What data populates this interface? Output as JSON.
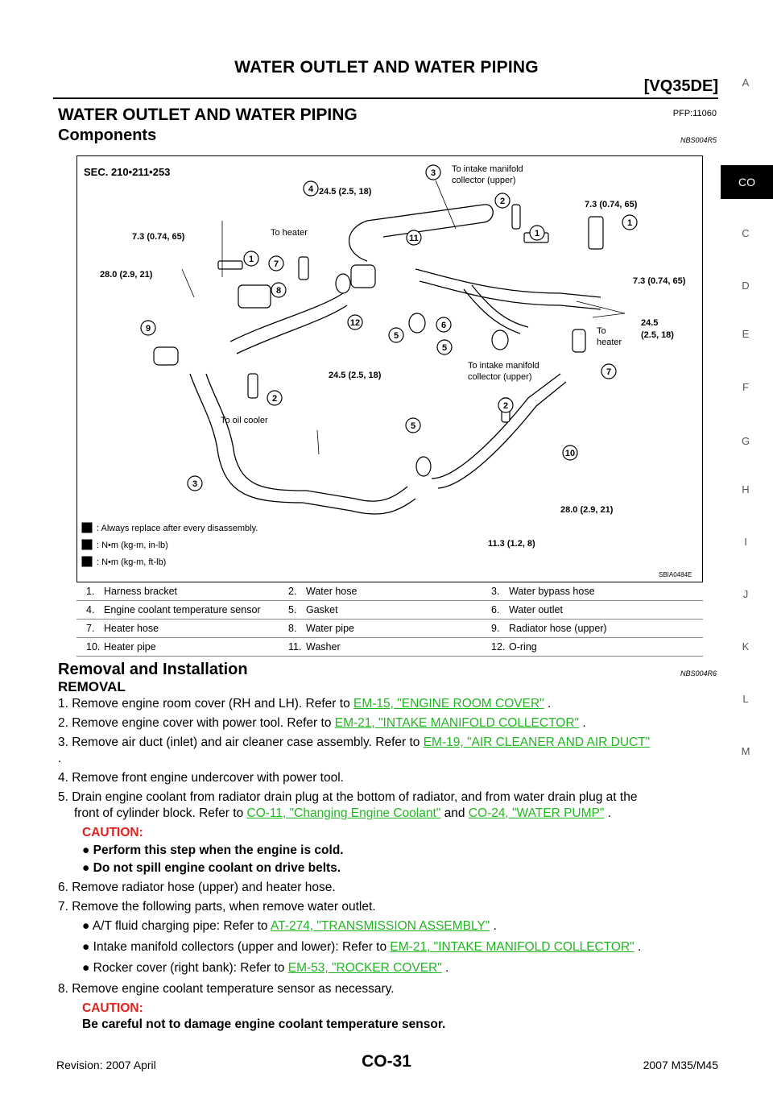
{
  "header": {
    "title": "WATER OUTLET AND WATER PIPING",
    "engine_code": "[VQ35DE]"
  },
  "section": {
    "title": "WATER OUTLET AND WATER PIPING",
    "pfp": "PFP:11060"
  },
  "components": {
    "title": "Components",
    "code": "NBS004R5"
  },
  "figure": {
    "sec": "SEC. 210•211•253",
    "fig_id": "SBIA0484E",
    "torques": {
      "t4": "24.5 (2.5, 18)",
      "t_left_top": "7.3 (0.74, 65)",
      "t_right_top": "7.3 (0.74, 65)",
      "t_right_mid": "7.3 (0.74, 65)",
      "t_left_mid": "28.0 (2.9, 21)",
      "t_right_245a": "24.5",
      "t_right_245b": "(2.5, 18)",
      "t_center": "24.5 (2.5, 18)",
      "t_lower_right": "28.0 (2.9, 21)",
      "t_bottom": "11.3 (1.2, 8)"
    },
    "labels": {
      "to_intake_1": "To intake manifold",
      "collector_1": "collector (upper)",
      "to_heater_1": "To heater",
      "to": "To",
      "heater": "heater",
      "to_intake_2": "To intake manifold",
      "collector_2": "collector (upper)",
      "to_oil_cooler": "To oil cooler"
    },
    "callouts": [
      "1",
      "1",
      "1",
      "2",
      "2",
      "2",
      "3",
      "3",
      "4",
      "5",
      "5",
      "5",
      "6",
      "7",
      "7",
      "8",
      "9",
      "10",
      "11",
      "12"
    ],
    "legend_lines": [
      ": Always replace after every disassembly.",
      ": N•m (kg-m, in-lb)",
      ": N•m (kg-m, ft-lb)"
    ]
  },
  "parts": [
    [
      "1.",
      "Harness bracket",
      "2.",
      "Water hose",
      "3.",
      "Water bypass hose"
    ],
    [
      "4.",
      "Engine coolant temperature sensor",
      "5.",
      "Gasket",
      "6.",
      "Water outlet"
    ],
    [
      "7.",
      "Heater hose",
      "8.",
      "Water pipe",
      "9.",
      "Radiator hose (upper)"
    ],
    [
      "10.",
      "Heater pipe",
      "11.",
      "Washer",
      "12.",
      "O-ring"
    ]
  ],
  "removal_install": {
    "title": "Removal and Installation",
    "code": "NBS004R6",
    "removal": "REMOVAL"
  },
  "steps": {
    "s1_a": "1. Remove engine room cover (RH and LH). Refer to ",
    "s1_link": "EM-15, \"ENGINE ROOM COVER\"",
    "s1_b": " .",
    "s2_a": "2. Remove engine cover with power tool. Refer to ",
    "s2_link": "EM-21, \"INTAKE MANIFOLD COLLECTOR\"",
    "s2_b": " .",
    "s3_a": "3. Remove air duct (inlet) and air cleaner case assembly. Refer to ",
    "s3_link": "EM-19, \"AIR CLEANER AND AIR DUCT\"",
    "s3_b": ".",
    "s4": "4. Remove front engine undercover with power tool.",
    "s5_a": "5. Drain engine coolant from radiator drain plug at the bottom of radiator, and from water drain plug at the",
    "s5_b": "front of cylinder block. Refer to ",
    "s5_link1": "CO-11, \"Changing Engine Coolant\"",
    "s5_c": " and ",
    "s5_link2": "CO-24, \"WATER PUMP\"",
    "s5_d": " .",
    "caution1": "CAUTION:",
    "c1_1": "Perform this step when the engine is cold.",
    "c1_2": "Do not spill engine coolant on drive belts.",
    "s6": "6. Remove radiator hose (upper) and heater hose.",
    "s7": "7. Remove the following parts, when remove water outlet.",
    "b1_a": "A/T fluid charging pipe: Refer to ",
    "b1_link": "AT-274, \"TRANSMISSION ASSEMBLY\"",
    "b1_b": " .",
    "b2_a": "Intake manifold collectors (upper and lower): Refer to ",
    "b2_link": "EM-21, \"INTAKE MANIFOLD COLLECTOR\"",
    "b2_b": " .",
    "b3_a": "Rocker cover (right bank): Refer to ",
    "b3_link": "EM-53, \"ROCKER COVER\"",
    "b3_b": " .",
    "s8": "8. Remove engine coolant temperature sensor as necessary.",
    "caution2": "CAUTION:",
    "c2": "Be careful not to damage engine coolant temperature sensor."
  },
  "side_index": [
    "A",
    "C",
    "D",
    "E",
    "F",
    "G",
    "H",
    "I",
    "J",
    "K",
    "L",
    "M"
  ],
  "side_tab": "CO",
  "footer": {
    "revision": "Revision: 2007 April",
    "page": "CO-31",
    "model": "2007 M35/M45"
  }
}
